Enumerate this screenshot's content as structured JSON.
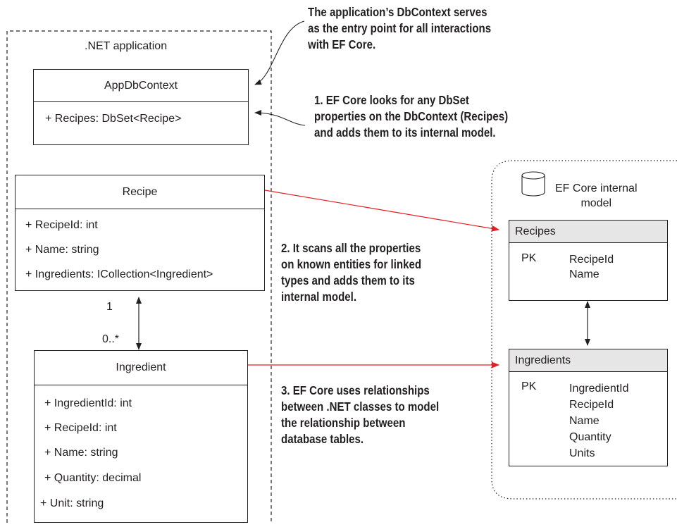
{
  "app_region": {
    "label": ".NET application"
  },
  "notes": {
    "dbcontext_lines": [
      "The application’s DbContext serves",
      "as the entry point for all interactions",
      "with EF Core."
    ],
    "step1_lines": [
      "1. EF Core looks for any DbSet",
      "properties on the DbContext (Recipes)",
      "and adds them to its internal model."
    ],
    "step2_lines": [
      "2. It scans all the properties",
      "on known entities for linked",
      "types and adds them to its",
      "internal model."
    ],
    "step3_lines": [
      "3. EF Core uses relationships",
      "between .NET classes to model",
      "the relationship between",
      "database tables."
    ]
  },
  "classes": {
    "appdbcontext": {
      "title": "AppDbContext",
      "props": [
        "+ Recipes: DbSet<Recipe>"
      ]
    },
    "recipe": {
      "title": "Recipe",
      "props": [
        "+ RecipeId: int",
        "+ Name: string",
        "+ Ingredients: ICollection<Ingredient>"
      ]
    },
    "ingredient": {
      "title": "Ingredient",
      "props": [
        "+ IngredientId: int",
        "+ RecipeId: int",
        "+ Name: string",
        "+ Quantity: decimal",
        "+ Unit: string"
      ]
    }
  },
  "multiplicity": {
    "one": "1",
    "many": "0..*"
  },
  "internal_model": {
    "label_lines": [
      "EF Core internal",
      "model"
    ],
    "recipes_table": {
      "title": "Recipes",
      "pk": "PK",
      "columns": [
        "RecipeId",
        "Name"
      ]
    },
    "ingredients_table": {
      "title": "Ingredients",
      "pk": "PK",
      "columns": [
        "IngredientId",
        "RecipeId",
        "Name",
        "Quantity",
        "Units"
      ]
    }
  },
  "colors": {
    "arrow_red": "#e31e24",
    "ink": "#231f20",
    "table_header": "#e6e6e6"
  },
  "icons": {
    "database": "database-icon"
  }
}
